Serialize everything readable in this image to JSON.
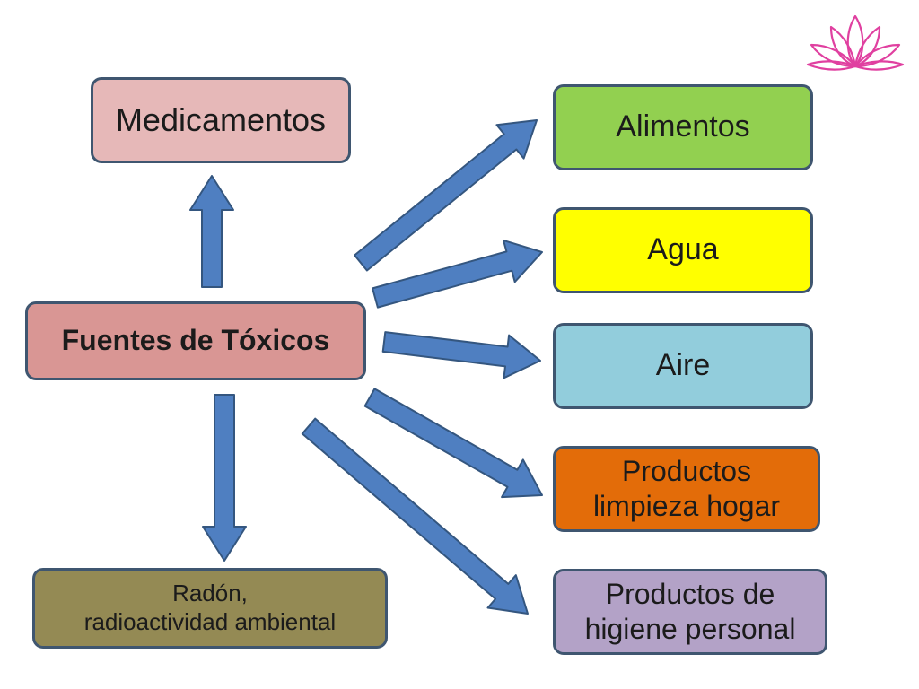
{
  "colors": {
    "arrow_fill": "#4f7fc1",
    "arrow_stroke": "#34567f",
    "node_border": "#3f5670",
    "logo_pink": "#e040a0"
  },
  "nodes": {
    "medicamentos": {
      "text": "Medicamentos",
      "fill": "#e6b8b8"
    },
    "fuentes": {
      "text": "Fuentes de Tóxicos",
      "fill": "#d99694"
    },
    "radon": {
      "line1": "Radón,",
      "line2": "radioactividad ambiental",
      "fill": "#948a54"
    },
    "alimentos": {
      "text": "Alimentos",
      "fill": "#92d050"
    },
    "agua": {
      "text": "Agua",
      "fill": "#ffff00"
    },
    "aire": {
      "text": "Aire",
      "fill": "#92cddc"
    },
    "limpieza": {
      "line1": "Productos",
      "line2": "limpieza hogar",
      "fill": "#e36c09"
    },
    "higiene": {
      "line1": "Productos de",
      "line2": "higiene personal",
      "fill": "#b3a2c7"
    }
  },
  "logo": {
    "icon": "lotus-flower-icon"
  }
}
